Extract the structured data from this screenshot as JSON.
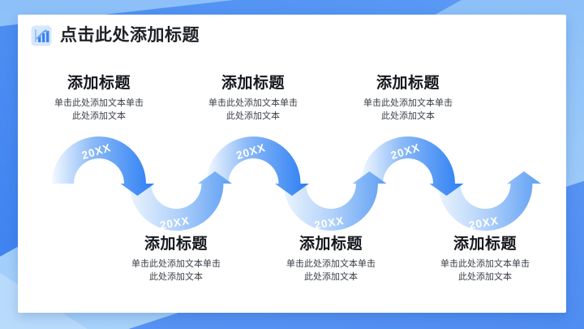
{
  "slide_title": {
    "text": "点击此处添加标题",
    "icon": "bar-chart-increasing-icon"
  },
  "timeline": {
    "year_label": "20XX",
    "items": [
      {
        "position": "top",
        "heading": "添加标题",
        "body": "单击此处添加文本单击此处添加文本"
      },
      {
        "position": "bottom",
        "heading": "添加标题",
        "body": "单击此处添加文本单击此处添加文本"
      },
      {
        "position": "top",
        "heading": "添加标题",
        "body": "单击此处添加文本单击此处添加文本"
      },
      {
        "position": "bottom",
        "heading": "添加标题",
        "body": "单击此处添加文本单击此处添加文本"
      },
      {
        "position": "top",
        "heading": "添加标题",
        "body": "单击此处添加文本单击此处添加文本"
      },
      {
        "position": "bottom",
        "heading": "添加标题",
        "body": "单击此处添加文本单击此处添加文本"
      }
    ]
  },
  "colors": {
    "arrow_dark": "#2b7ef3",
    "arrow_mid": "#5f9ff4",
    "arrow_light_top": "#f3f9ff",
    "arrow_light_bottom": "#eaf3fe",
    "arrow_mid_top": "#8ab9f8",
    "arrow_mid_bottom": "#b3d3fa",
    "background_blue": "#8dc0f8",
    "card_background": "#ffffff",
    "title_text": "#1d2126",
    "year_text": "#ffffff"
  }
}
